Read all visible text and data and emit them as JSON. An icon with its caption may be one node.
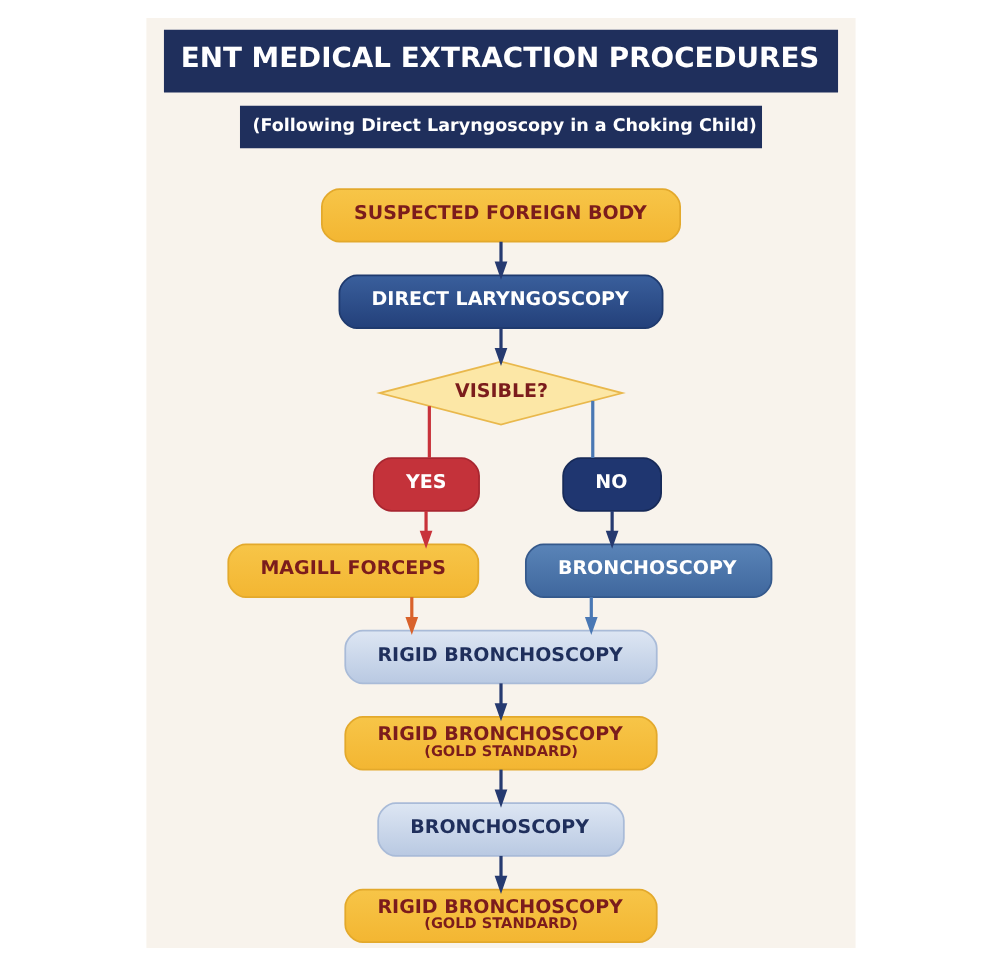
{
  "diagram": {
    "title": "ENT MEDICAL EXTRACTION PROCEDURES",
    "nodes": [
      {
        "text": [
          "SUSPECTED FOREIGN BODY"
        ]
      },
      {
        "text": [
          "DIRECT LARYNGOSCOPY"
        ]
      },
      {
        "text": [
          "VISIBLE?"
        ]
      },
      {
        "text": [
          "YES"
        ]
      },
      {
        "text": [
          "NO"
        ]
      },
      {
        "text": [
          "MAGILL FORCEPS"
        ]
      },
      {
        "text": [
          "BRONCHOSCOPY"
        ]
      },
      {
        "text": [
          "RIGID BRONCHOSCOPY"
        ]
      },
      {
        "text": [
          "RIGID BRONCHOSCOPY",
          "(GOLD STANDARD)"
        ]
      },
      {
        "text": [
          "BRONCHOSCOPY"
        ]
      },
      {
        "text": [
          "RIGID BRONCHOSCOPY",
          "(GOLD STANDARD)"
        ]
      }
    ],
    "edges": [
      {
        "from": 0,
        "to": 1,
        "arrow": "to"
      },
      {
        "from": 1,
        "to": 2,
        "arrow": "to"
      },
      {
        "from": 2,
        "to": 3,
        "arrow": "none",
        "color": "#c8323a"
      },
      {
        "from": 2,
        "to": 4,
        "arrow": "none",
        "color": "#4a78b4"
      },
      {
        "from": 3,
        "to": 5,
        "arrow": "to",
        "color": "#c8323a"
      },
      {
        "from": 4,
        "to": 6,
        "arrow": "to"
      },
      {
        "from": 5,
        "to": 7,
        "arrow": "to",
        "color": "#d9622b"
      },
      {
        "from": 6,
        "to": 7,
        "arrow": "to",
        "color": "#4a78b4"
      },
      {
        "from": 7,
        "to": 8,
        "arrow": "to"
      },
      {
        "from": 8,
        "to": 9,
        "arrow": "to"
      },
      {
        "from": 9,
        "to": 10,
        "arrow": "to"
      }
    ],
    "labels": [
      "(Following Direct Laryngoscopy in a Choking Child)"
    ]
  }
}
